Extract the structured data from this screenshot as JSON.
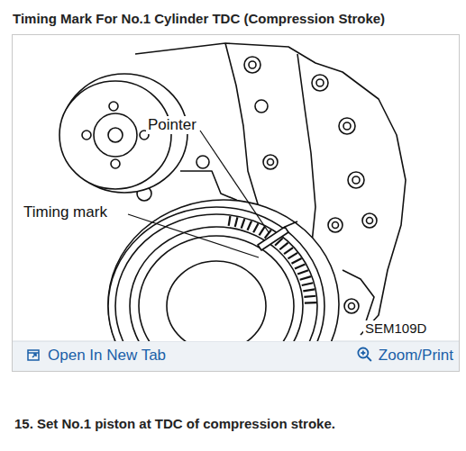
{
  "diagram": {
    "title": "Timing Mark For No.1 Cylinder TDC (Compression Stroke)",
    "labels": [
      "Pointer",
      "Timing mark",
      "SEM109D",
      "Open In New Tab",
      "Zoom/Print",
      "15. Set No.1 piston at TDC of compression stroke."
    ]
  }
}
